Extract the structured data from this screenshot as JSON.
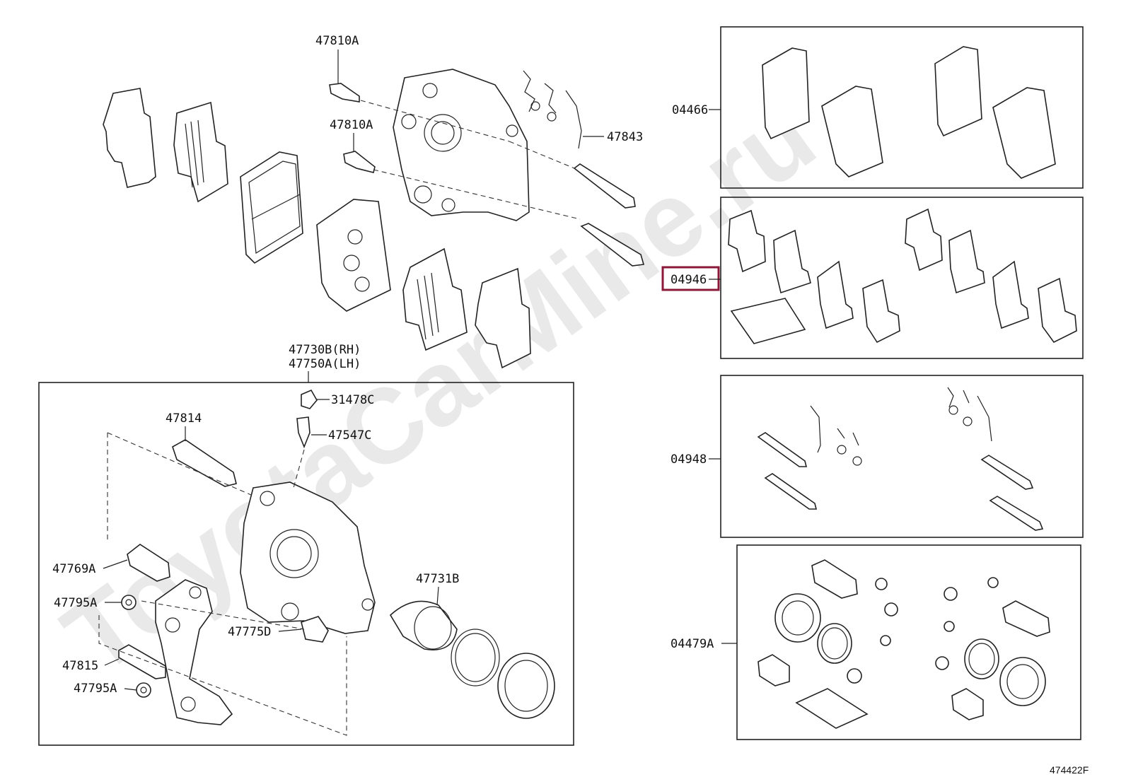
{
  "watermark": "ToyotaCarMine.ru",
  "labels": {
    "p47810a_top": "47810A",
    "p47810a_mid": "47810A",
    "p47843": "47843",
    "p47730b": "47730B(RH)",
    "p47750a": "47750A(LH)",
    "p31478c": "31478C",
    "p47547c": "47547C",
    "p47814": "47814",
    "p47769a": "47769A",
    "p47795a_1": "47795A",
    "p47815": "47815",
    "p47795a_2": "47795A",
    "p47775d": "47775D",
    "p47731b": "47731B",
    "k04466": "04466",
    "k04946": "04946",
    "k04948": "04948",
    "k04479a": "04479A"
  },
  "highlight": {
    "label": "04946",
    "color": "#8b1a3a"
  },
  "figure_id": "474422F"
}
